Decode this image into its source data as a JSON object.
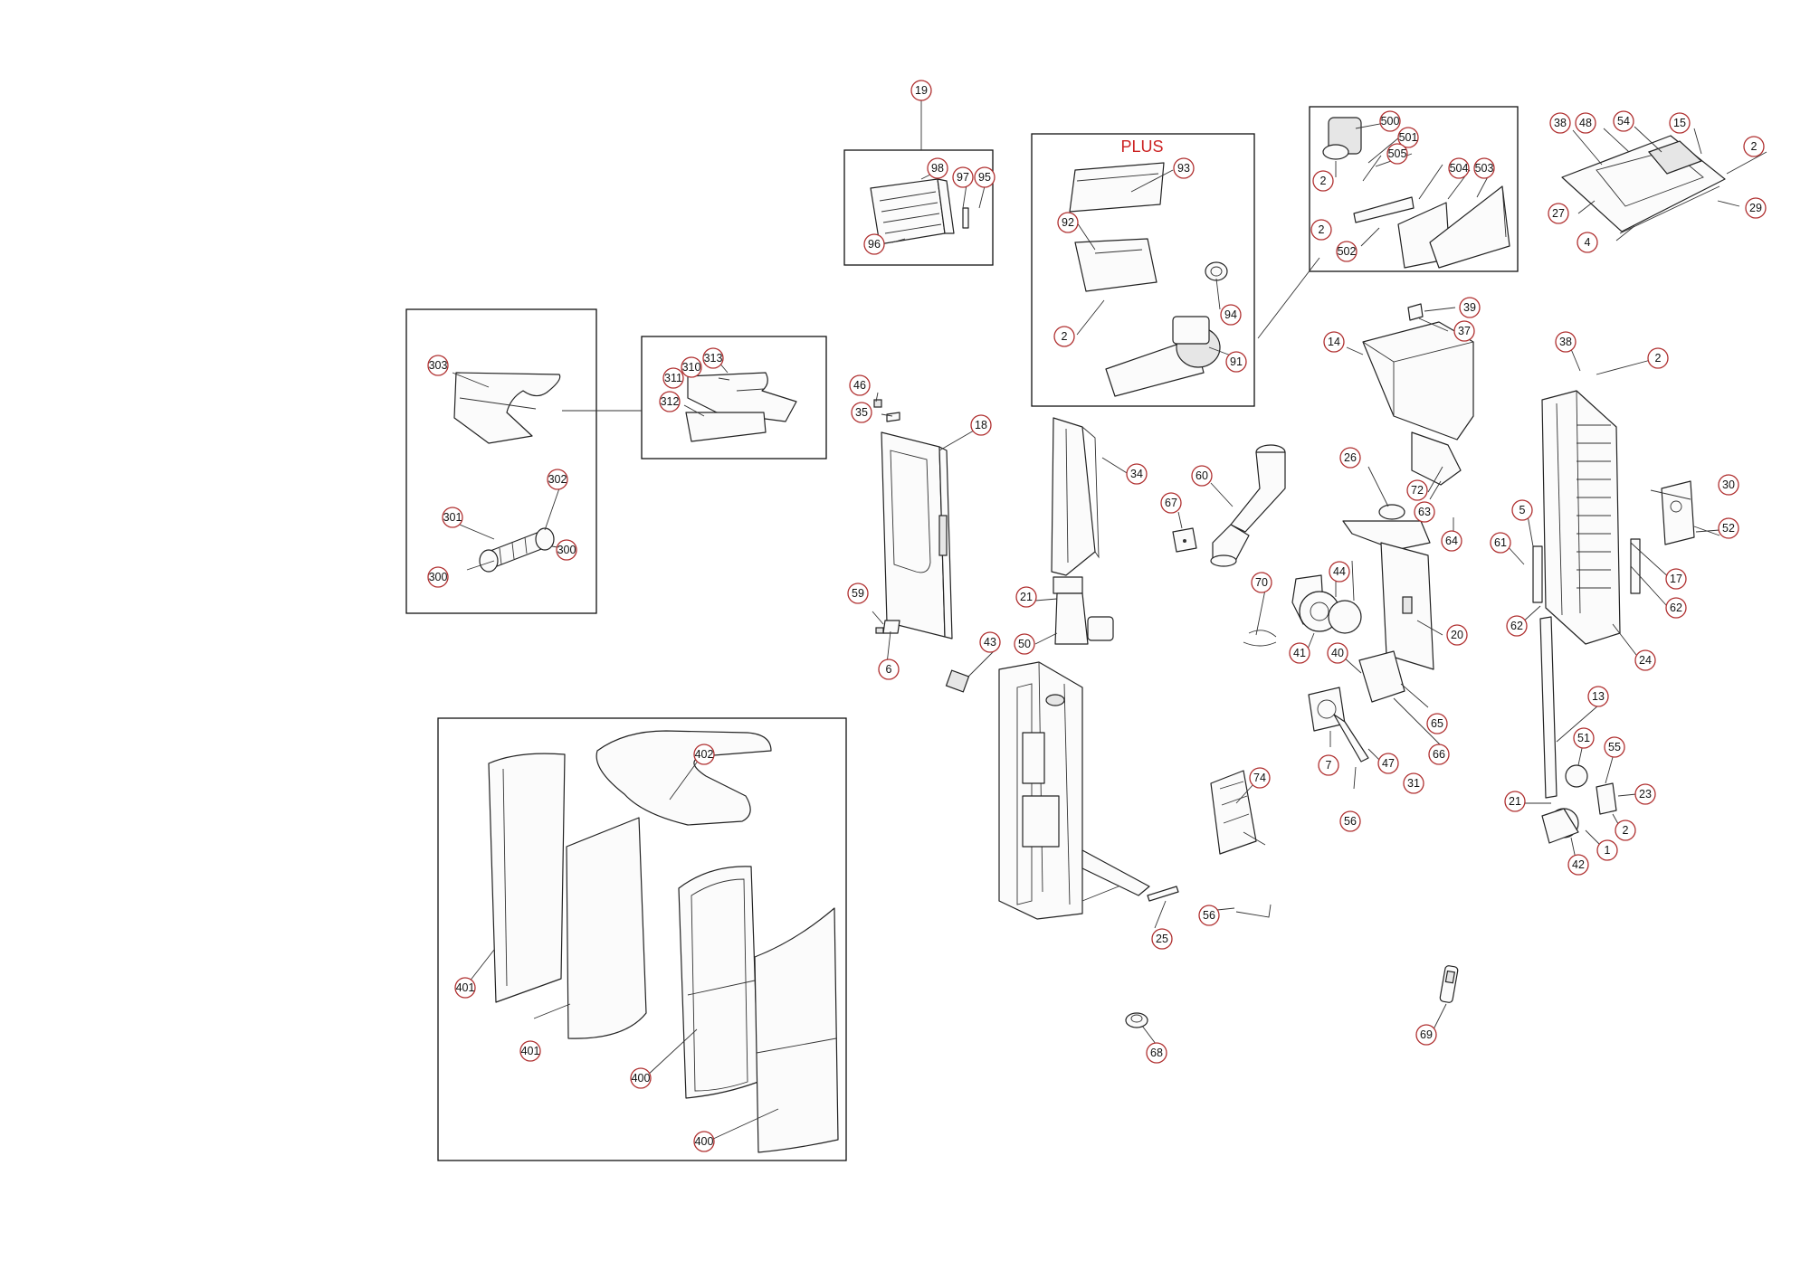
{
  "diagram": {
    "plus_label": "PLUS",
    "accent_color": "#b03030",
    "plus_color": "#cc2222",
    "callouts": [
      "19",
      "98",
      "97",
      "95",
      "96",
      "93",
      "92",
      "94",
      "91",
      "2",
      "500",
      "501",
      "505",
      "504",
      "503",
      "502",
      "38",
      "48",
      "54",
      "15",
      "27",
      "4",
      "29",
      "303",
      "310",
      "313",
      "311",
      "312",
      "302",
      "301",
      "300",
      "46",
      "35",
      "18",
      "59",
      "6",
      "34",
      "21",
      "50",
      "43",
      "60",
      "67",
      "70",
      "44",
      "41",
      "26",
      "72",
      "63",
      "64",
      "14",
      "39",
      "37",
      "20",
      "40",
      "65",
      "66",
      "7",
      "47",
      "31",
      "56",
      "74",
      "25",
      "5",
      "61",
      "62",
      "17",
      "30",
      "52",
      "24",
      "13",
      "51",
      "55",
      "23",
      "1",
      "42",
      "402",
      "401",
      "400",
      "68",
      "69"
    ]
  }
}
